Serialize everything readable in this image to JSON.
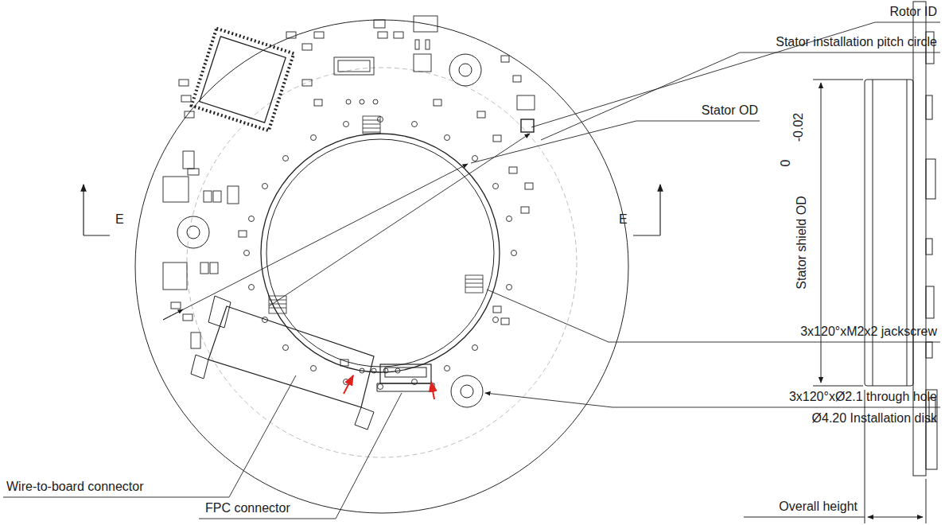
{
  "diagram": {
    "labels": [
      "Rotor ID",
      "Stator installation pitch circle",
      "Stator OD",
      "E",
      "E",
      "3x120°xM2x2 jackscrew",
      "3x120°xØ2.1 through hole",
      "Ø4.20 Installation disk",
      "Wire-to-board connector",
      "FPC connector",
      "Stator shield OD",
      "0",
      "-0.02",
      "Overall height"
    ]
  }
}
